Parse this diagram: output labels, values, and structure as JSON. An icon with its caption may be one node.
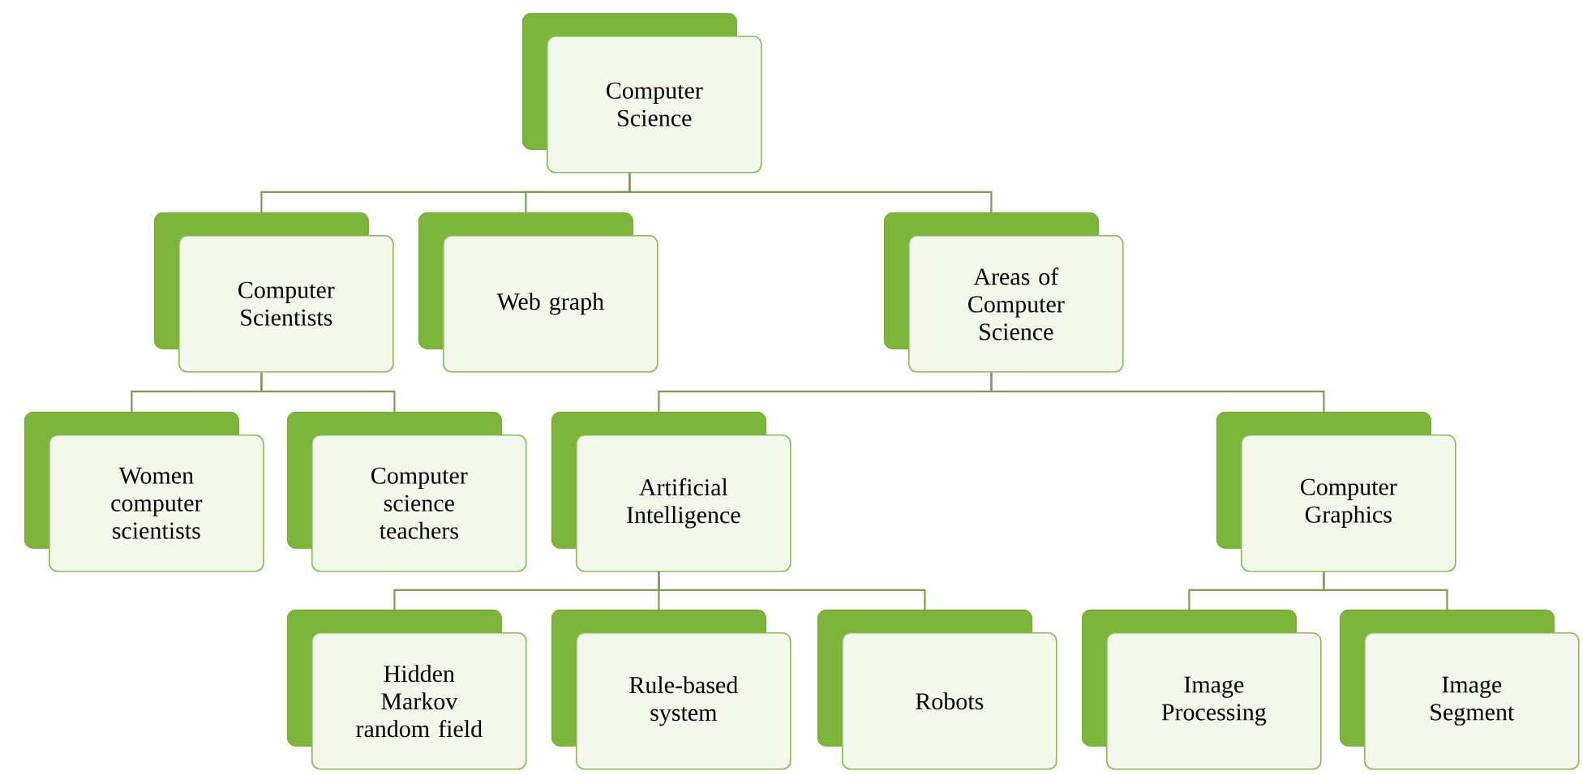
{
  "diagram": {
    "nodes": [
      {
        "text": [
          "Computer Science"
        ]
      },
      {
        "text": [
          "Computer Scientists"
        ]
      },
      {
        "text": [
          "Web graph"
        ]
      },
      {
        "text": [
          "Areas of Computer Science"
        ]
      },
      {
        "text": [
          "Women computer scientists"
        ]
      },
      {
        "text": [
          "Computer science teachers"
        ]
      },
      {
        "text": [
          "Artificial Intelligence"
        ]
      },
      {
        "text": [
          "Computer Graphics"
        ]
      },
      {
        "text": [
          "Hidden Markov random field"
        ]
      },
      {
        "text": [
          "Rule-based system"
        ]
      },
      {
        "text": [
          "Robots"
        ]
      },
      {
        "text": [
          "Image Processing"
        ]
      },
      {
        "text": [
          "Image Segment"
        ]
      }
    ],
    "edges": [
      {
        "from": 0,
        "to": 1,
        "arrow": "none"
      },
      {
        "from": 0,
        "to": 2,
        "arrow": "none"
      },
      {
        "from": 0,
        "to": 3,
        "arrow": "none"
      },
      {
        "from": 1,
        "to": 4,
        "arrow": "none"
      },
      {
        "from": 1,
        "to": 5,
        "arrow": "none"
      },
      {
        "from": 3,
        "to": 6,
        "arrow": "none"
      },
      {
        "from": 3,
        "to": 7,
        "arrow": "none"
      },
      {
        "from": 6,
        "to": 8,
        "arrow": "none"
      },
      {
        "from": 6,
        "to": 9,
        "arrow": "none"
      },
      {
        "from": 6,
        "to": 10,
        "arrow": "none"
      },
      {
        "from": 7,
        "to": 11,
        "arrow": "none"
      },
      {
        "from": 7,
        "to": 12,
        "arrow": "none"
      }
    ]
  }
}
